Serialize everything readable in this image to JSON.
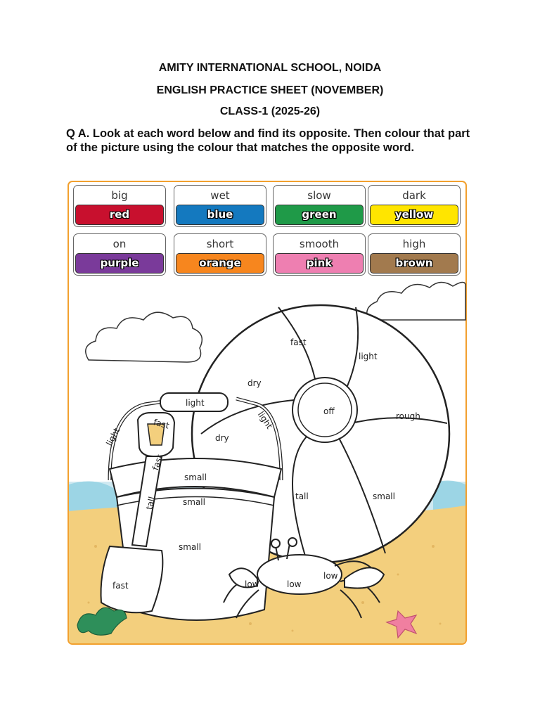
{
  "header": {
    "school": "AMITY INTERNATIONAL SCHOOL, NOIDA",
    "sheet_title": "ENGLISH PRACTICE SHEET (NOVEMBER)",
    "class": "CLASS-1 (2025-26)"
  },
  "question": "Q A. Look at each word below and find its opposite. Then colour that part of the picture using the colour that matches the opposite word.",
  "key": [
    {
      "word": "big",
      "colour": "red",
      "hex": "#c8102e"
    },
    {
      "word": "wet",
      "colour": "blue",
      "hex": "#1479bf"
    },
    {
      "word": "slow",
      "colour": "green",
      "hex": "#1f9a48"
    },
    {
      "word": "dark",
      "colour": "yellow",
      "hex": "#ffe500"
    },
    {
      "word": "on",
      "colour": "purple",
      "hex": "#7a3a9a"
    },
    {
      "word": "short",
      "colour": "orange",
      "hex": "#f7861e"
    },
    {
      "word": "smooth",
      "colour": "pink",
      "hex": "#ee7fb1"
    },
    {
      "word": "high",
      "colour": "brown",
      "hex": "#a27a4e"
    }
  ],
  "picture_labels": {
    "ball": [
      "fast",
      "light",
      "dry",
      "off",
      "rough",
      "tall",
      "small"
    ],
    "bucket": [
      "light",
      "light",
      "light",
      "dry",
      "small",
      "small",
      "small"
    ],
    "spade": [
      "fast",
      "fast",
      "tall",
      "fast"
    ],
    "crab": [
      "low",
      "low",
      "low"
    ]
  },
  "colors": {
    "frame": "#f2a02e",
    "sand": "#f3cf7d",
    "sea": "#cfe9f1",
    "sky": "#ffffff"
  }
}
